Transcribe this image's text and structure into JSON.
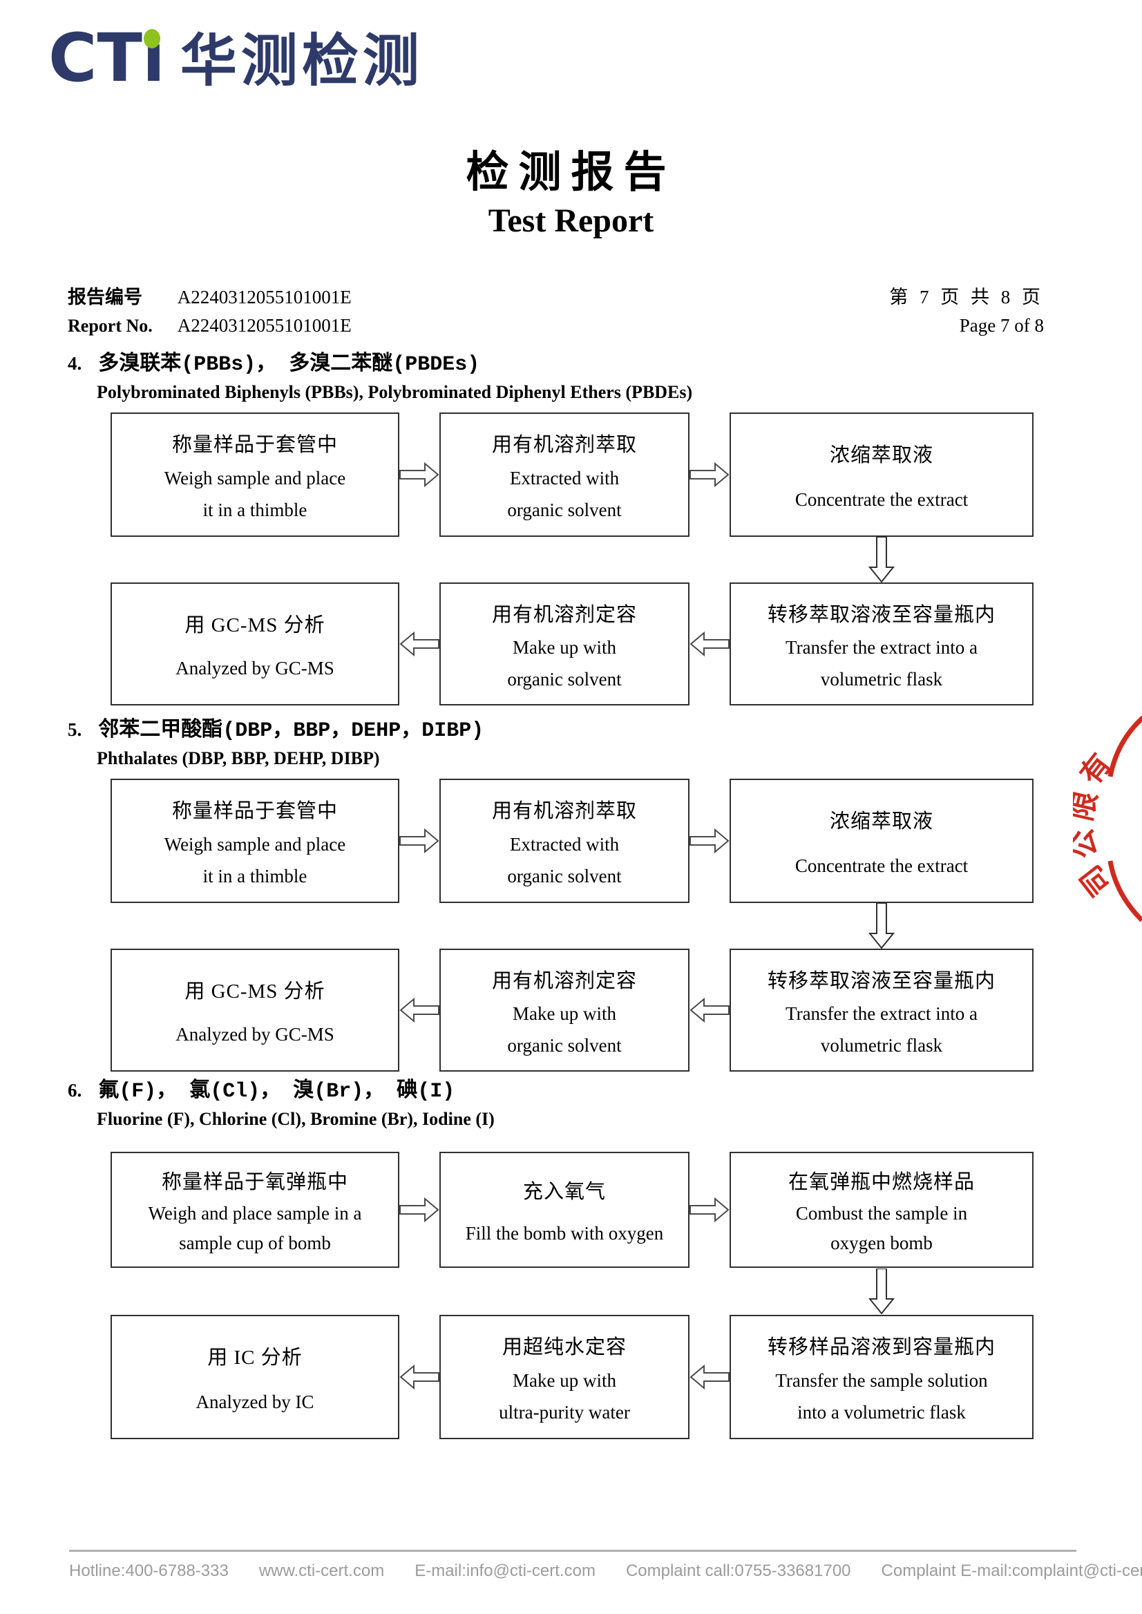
{
  "logo": {
    "latin_prefix": "CT",
    "latin_i": "ı",
    "cn": "华测检测",
    "navy": "#2e3a69",
    "green": "#8dc21f"
  },
  "title": {
    "cn": "检测报告",
    "en": "Test Report"
  },
  "report": {
    "label_cn": "报告编号",
    "label_en": "Report No.",
    "no_line1": "A2240312055101001E",
    "no_line2": "A2240312055101001E",
    "page_cn": "第 7 页  共 8 页",
    "page_en": "Page 7 of 8"
  },
  "sections": [
    {
      "number": "4.",
      "title_cn": "多溴联苯(PBBs)， 多溴二苯醚(PBDEs)",
      "title_en": "Polybrominated Biphenyls (PBBs), Polybrominated Diphenyl Ethers (PBDEs)",
      "row1": [
        {
          "cn": "称量样品于套管中",
          "en": [
            "Weigh sample and place",
            "it in a thimble"
          ]
        },
        {
          "cn": "用有机溶剂萃取",
          "en": [
            "Extracted with",
            "organic solvent"
          ]
        },
        {
          "cn": "浓缩萃取液",
          "en": [
            "Concentrate the extract"
          ]
        }
      ],
      "row2": [
        {
          "cn": "用 GC-MS 分析",
          "en": [
            "Analyzed by GC-MS"
          ]
        },
        {
          "cn": "用有机溶剂定容",
          "en": [
            "Make up with",
            "organic solvent"
          ]
        },
        {
          "cn": "转移萃取溶液至容量瓶内",
          "en": [
            "Transfer the extract into a",
            "volumetric flask"
          ]
        }
      ]
    },
    {
      "number": "5.",
      "title_cn": "邻苯二甲酸酯(DBP，BBP，DEHP，DIBP)",
      "title_en": "Phthalates (DBP, BBP, DEHP, DIBP)",
      "row1": [
        {
          "cn": "称量样品于套管中",
          "en": [
            "Weigh sample and place",
            "it in a thimble"
          ]
        },
        {
          "cn": "用有机溶剂萃取",
          "en": [
            "Extracted with",
            "organic solvent"
          ]
        },
        {
          "cn": "浓缩萃取液",
          "en": [
            "Concentrate the extract"
          ]
        }
      ],
      "row2": [
        {
          "cn": "用 GC-MS 分析",
          "en": [
            "Analyzed by GC-MS"
          ]
        },
        {
          "cn": "用有机溶剂定容",
          "en": [
            "Make up with",
            "organic solvent"
          ]
        },
        {
          "cn": "转移萃取溶液至容量瓶内",
          "en": [
            "Transfer the extract into a",
            "volumetric flask"
          ]
        }
      ]
    },
    {
      "number": "6.",
      "title_cn": "氟(F)， 氯(Cl)， 溴(Br)， 碘(I)",
      "title_en": "Fluorine (F), Chlorine (Cl), Bromine (Br), Iodine (I)",
      "row1": [
        {
          "cn": "称量样品于氧弹瓶中",
          "en": [
            "Weigh and place sample in a",
            "sample cup of bomb"
          ]
        },
        {
          "cn": "充入氧气",
          "en": [
            "Fill the bomb with oxygen"
          ]
        },
        {
          "cn": "在氧弹瓶中燃烧样品",
          "en": [
            "Combust the sample in",
            "oxygen bomb"
          ]
        }
      ],
      "row2": [
        {
          "cn": "用 IC 分析",
          "en": [
            "Analyzed by IC"
          ]
        },
        {
          "cn": "用超纯水定容",
          "en": [
            "Make up with",
            "ultra-purity water"
          ]
        },
        {
          "cn": "转移样品溶液到容量瓶内",
          "en": [
            "Transfer the sample solution",
            "into a volumetric flask"
          ]
        }
      ]
    }
  ],
  "stamp": {
    "chars": [
      "有",
      "限",
      "公",
      "司"
    ],
    "color": "#d02a1e"
  },
  "footer": {
    "items": [
      "Hotline:400-6788-333",
      "www.cti-cert.com",
      "E-mail:info@cti-cert.com",
      "Complaint call:0755-33681700",
      "Complaint E-mail:complaint@cti-cert.com"
    ],
    "gray": "#9b9b9b"
  }
}
